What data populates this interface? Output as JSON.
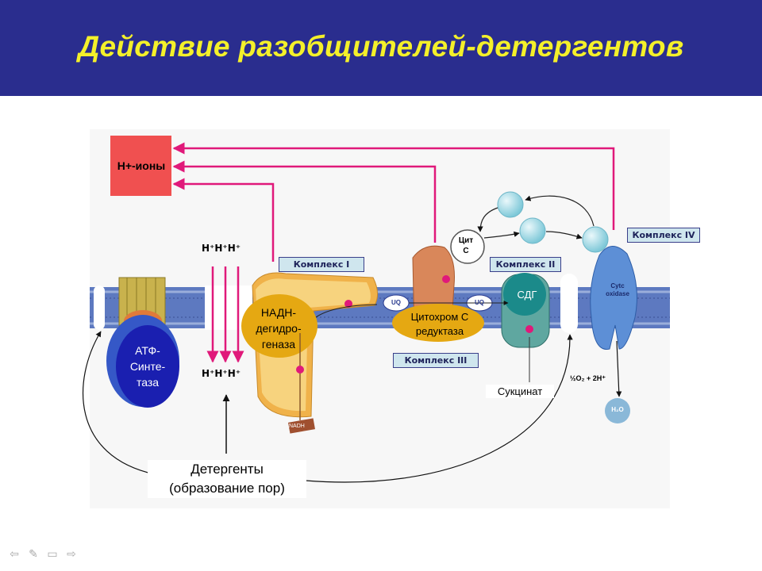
{
  "slide": {
    "title": "Действие разобщителей-детергентов"
  },
  "diagram": {
    "h_ions": "Н+-ионы",
    "protons_top": "H⁺H⁺H⁺",
    "protons_bottom": "H⁺H⁺H⁺",
    "atp_synthase": [
      "АТФ-",
      "Синте-",
      "таза"
    ],
    "complex_1_box": "Комплекс I",
    "complex_2_box": "Комплекс II",
    "complex_3_box": "Комплекс III",
    "complex_4_box": "Комплекс IV",
    "nadh_dehydrogenase": [
      "НАДН-",
      "дегидро-",
      "геназа"
    ],
    "cyt_c": [
      "Цит",
      "С"
    ],
    "cyt_c_reductase": [
      "Цитохром С",
      "редуктаза"
    ],
    "sdg": "СДГ",
    "succinate": "Сукцинат",
    "cytc_oxidase": [
      "Cytc",
      "oxidase"
    ],
    "oxygen": "½O₂ + 2H⁺",
    "water": "H₂O",
    "nad_tag": "NADH",
    "uq": "UQ",
    "detergents": [
      "Детергенты",
      "(образование пор)"
    ]
  },
  "nav": {
    "icons": [
      "arrow-left-icon",
      "pen-icon",
      "menu-icon",
      "arrow-right-icon"
    ]
  },
  "colors": {
    "title_bar": "#2a2d8e",
    "title_text": "#f4f02a",
    "h_ions_box": "#f05050",
    "pink_arrows": "#e0197a"
  }
}
